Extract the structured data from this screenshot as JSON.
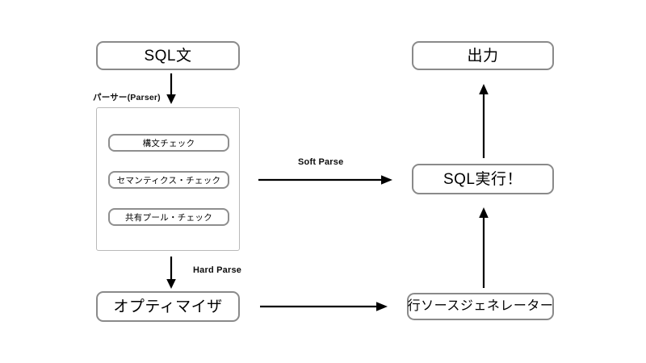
{
  "diagram": {
    "title": "SQL processing flow (Oracle parse flow)",
    "background_color": "#ffffff",
    "node_border_color": "#8a8a8a",
    "arrow_color": "#000000"
  },
  "nodes": {
    "sql_statement": "SQL文",
    "optimizer": "オプティマイザ",
    "output": "出力",
    "sql_execute": "SQL実行！",
    "row_source_generator": "行ソースジェネレーター"
  },
  "parser": {
    "label": "パーサー(Parser)",
    "checks": [
      {
        "label": "構文チェック"
      },
      {
        "label": "セマンティクス・チェック"
      },
      {
        "label": "共有プール・チェック"
      }
    ]
  },
  "edges": {
    "sql_to_parser": {
      "label": "",
      "direction": "down"
    },
    "parser_to_optimizer": {
      "label": "Hard Parse",
      "direction": "down"
    },
    "parser_to_execute": {
      "label": "Soft Parse",
      "direction": "right"
    },
    "optimizer_to_rowsource": {
      "label": "",
      "direction": "right"
    },
    "rowsource_to_execute": {
      "label": "",
      "direction": "up"
    },
    "execute_to_output": {
      "label": "",
      "direction": "up"
    }
  }
}
